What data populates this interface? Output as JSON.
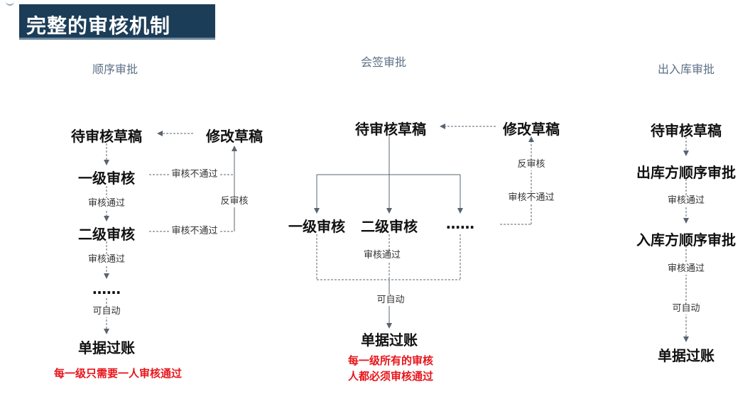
{
  "title": "完整的审核机制",
  "sections": {
    "sequential": {
      "title": "顺序审批",
      "draft": "待审核草稿",
      "modify": "修改草稿",
      "level1": "一级审核",
      "level2": "二级审核",
      "more": "……",
      "final": "单据过账",
      "pass1": "审核通过",
      "pass2": "审核通过",
      "auto": "可自动",
      "fail1": "审核不通过",
      "fail2": "审核不通过",
      "reverse": "反审核",
      "note": "每一级只需要一人审核通过"
    },
    "countersign": {
      "title": "会签审批",
      "draft": "待审核草稿",
      "modify": "修改草稿",
      "level1": "一级审核",
      "level2": "二级审核",
      "more": "……",
      "final": "单据过账",
      "pass": "审核通过",
      "auto": "可自动",
      "reverse": "反审核",
      "fail": "审核不通过",
      "note_line1": "每一级所有的审核",
      "note_line2": "人都必须审核通过"
    },
    "inout": {
      "title": "出入库审批",
      "draft": "待审核草稿",
      "out_seq": "出库方顺序审批",
      "in_seq": "入库方顺序审批",
      "final": "单据过账",
      "pass1": "审核通过",
      "pass2": "审核通过",
      "auto": "可自动"
    }
  }
}
